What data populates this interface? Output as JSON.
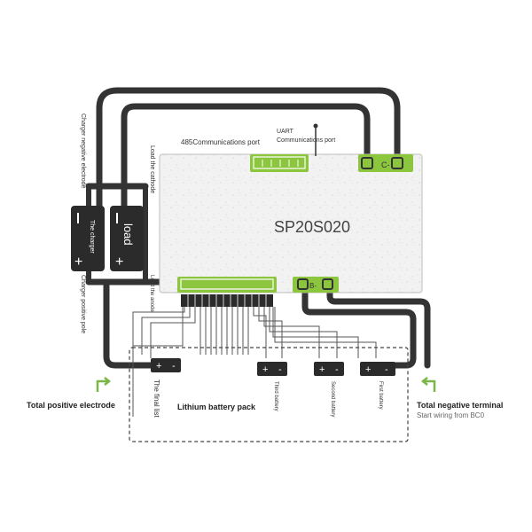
{
  "board": {
    "model": "SP20S020",
    "port_485_label": "485Communications port",
    "uart_label_line1": "UART",
    "uart_label_line2": "Communications port",
    "c_minus_label": "C-",
    "b_minus_label": "B-"
  },
  "left_devices": {
    "charger_negative_label": "Charger negative electrode",
    "charger_positive_label": "Charger positive pole",
    "charger_label": "The charger",
    "load_label": "load",
    "load_cathode_label": "Load the cathode",
    "load_anode_label": "Load the anode"
  },
  "battery_pack": {
    "label": "Lithium battery pack",
    "final_list_label": "The final list",
    "third_label": "Third battery",
    "second_label": "Second battery",
    "first_label": "First battery"
  },
  "terminals": {
    "positive_label": "Total positive electrode",
    "negative_label": "Total negative terminal",
    "negative_sub_label": "Start wiring from BC0"
  },
  "colors": {
    "wire": "#333333",
    "accent_green": "#8cc63f",
    "arrow_green": "#7ab648",
    "board_bg": "#f1f1f1",
    "device_dark": "#2b2b2b"
  }
}
